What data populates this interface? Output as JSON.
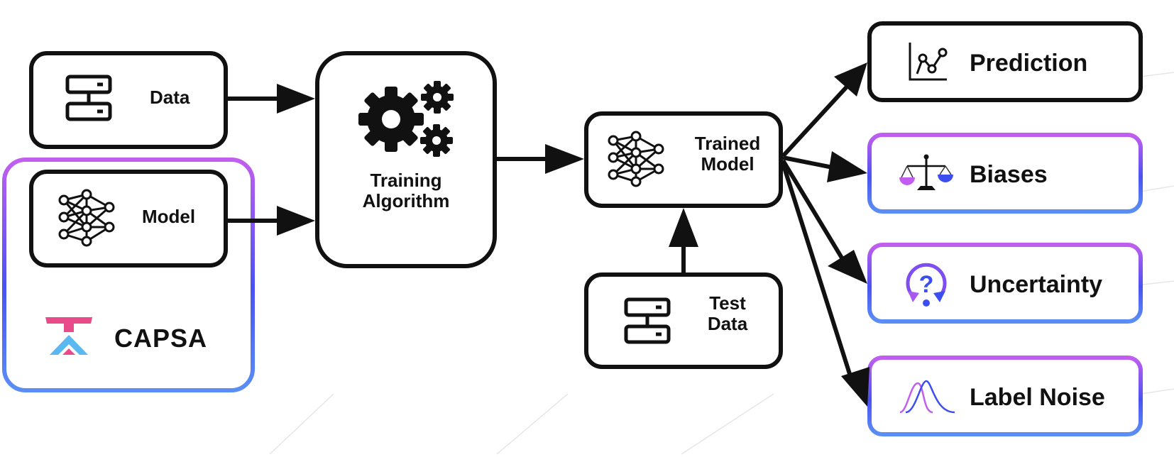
{
  "nodes": {
    "data": {
      "label": "Data",
      "icon": "server-icon"
    },
    "model": {
      "label": "Model",
      "icon": "neural-network-icon"
    },
    "training": {
      "label_line1": "Training",
      "label_line2": "Algorithm",
      "icon": "gears-icon"
    },
    "trained_model": {
      "label_line1": "Trained",
      "label_line2": "Model",
      "icon": "neural-network-icon"
    },
    "test_data": {
      "label_line1": "Test",
      "label_line2": "Data",
      "icon": "server-icon"
    }
  },
  "capsa": {
    "logo_text": "CAPSA",
    "icon": "capsa-logo-icon"
  },
  "outputs": [
    {
      "label": "Prediction",
      "icon": "line-chart-icon"
    },
    {
      "label": "Biases",
      "icon": "balance-scale-icon"
    },
    {
      "label": "Uncertainty",
      "icon": "question-cycle-icon"
    },
    {
      "label": "Label Noise",
      "icon": "distribution-curves-icon"
    }
  ],
  "colors": {
    "stroke": "#111111",
    "gradient_top": "#c15ef0",
    "gradient_bottom": "#5b8ef5",
    "accent_blue": "#3d4ef0",
    "capsa_pink": "#e94b8a",
    "capsa_blue": "#5bb8f0"
  }
}
